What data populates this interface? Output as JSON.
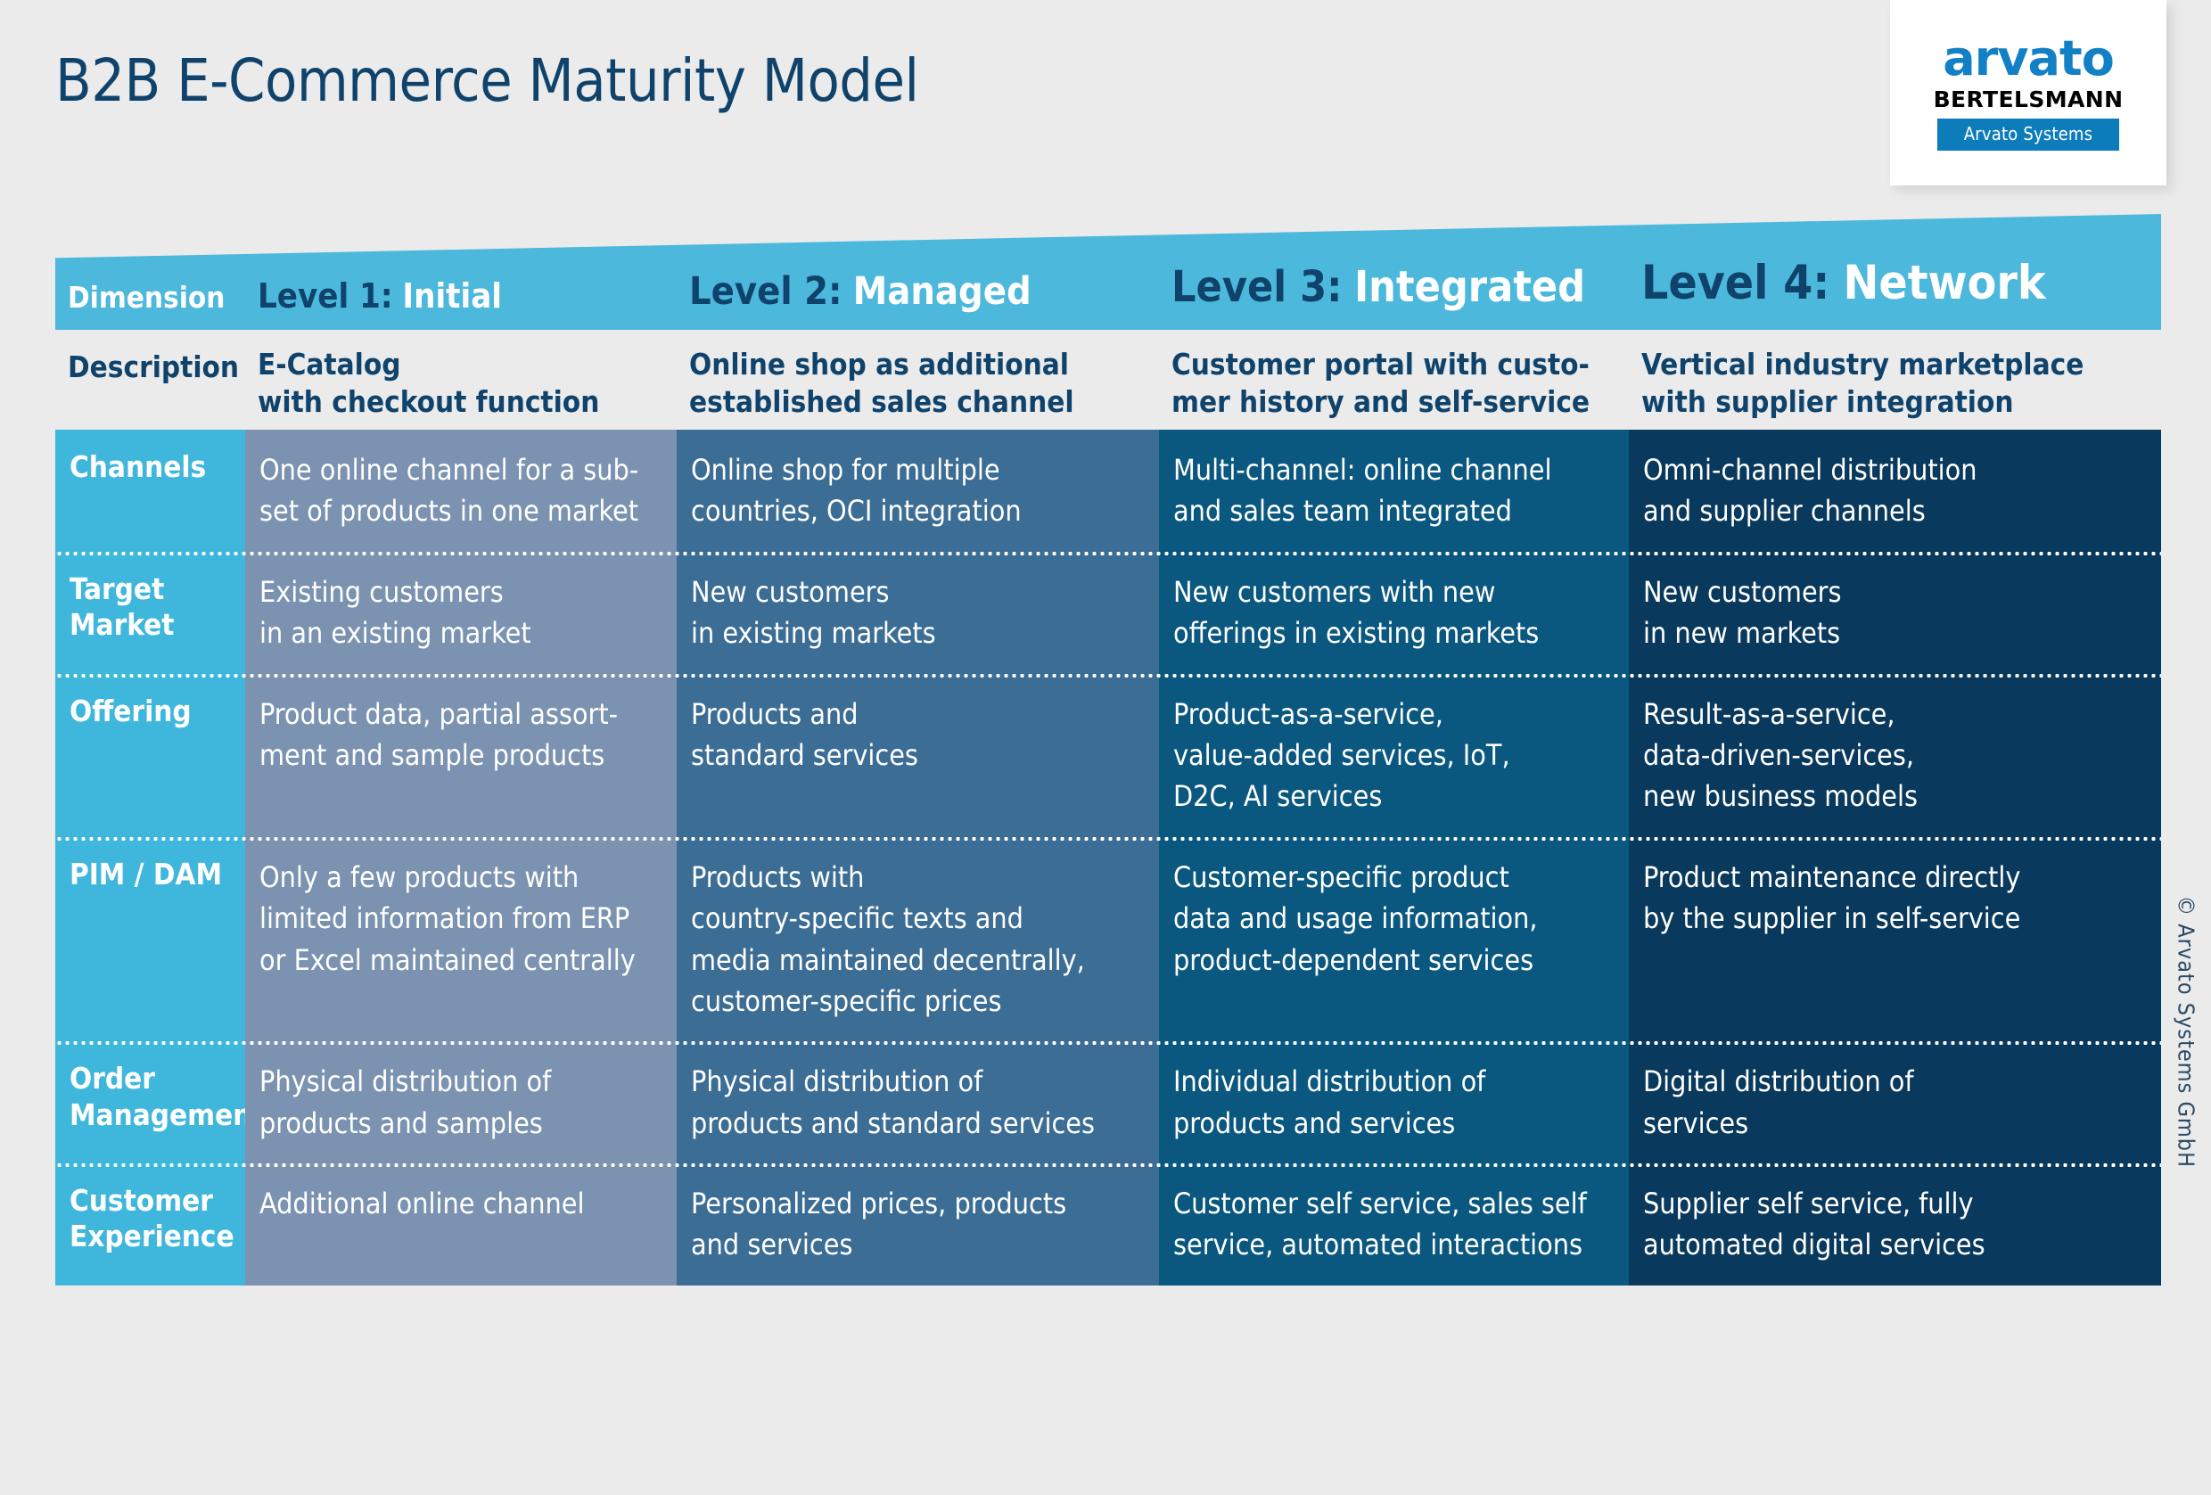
{
  "page": {
    "title": "B2B E-Commerce Maturity Model",
    "copyright": "© Arvato Systems GmbH",
    "background_color": "#ebebeb"
  },
  "logo": {
    "brand": "arvato",
    "group": "BERTELSMANN",
    "unit": "Arvato Systems",
    "brand_color": "#1280c4",
    "unit_bar_color": "#0d7cba"
  },
  "colors": {
    "banner": "#4bb8dc",
    "label_column": "#3fb7dd",
    "level1": "#7b93b1",
    "level2": "#3c6d95",
    "level3": "#0a587f",
    "level4": "#09395c",
    "heading_navy": "#10436b"
  },
  "header": {
    "dimension_label": "Dimension",
    "levels": [
      {
        "number": "Level 1:",
        "name": "Initial"
      },
      {
        "number": "Level 2:",
        "name": "Managed"
      },
      {
        "number": "Level 3:",
        "name": "Integrated"
      },
      {
        "number": "Level 4:",
        "name": "Network"
      }
    ]
  },
  "description_row": {
    "label": "Description",
    "values": [
      "E-Catalog\nwith checkout function",
      "Online shop as additional\nestablished sales channel",
      "Customer portal with custo-\nmer history and self-service",
      "Vertical industry marketplace\nwith supplier integration"
    ]
  },
  "rows": [
    {
      "label": "Channels",
      "values": [
        "One online channel for a sub-\nset of products in one market",
        "Online shop for multiple\ncountries, OCI integration",
        "Multi-channel: online channel\nand sales team integrated",
        "Omni-channel distribution\nand supplier channels"
      ]
    },
    {
      "label": "Target\nMarket",
      "values": [
        "Existing customers\nin an existing market",
        "New customers\nin existing markets",
        "New customers with new\nofferings in existing markets",
        "New customers\nin new markets"
      ]
    },
    {
      "label": "Offering",
      "values": [
        "Product data, partial assort-\nment and sample products",
        "Products and\nstandard services",
        "Product-as-a-service,\nvalue-added services, IoT,\nD2C, AI services",
        "Result-as-a-service,\ndata-driven-services,\nnew business models"
      ]
    },
    {
      "label": "PIM / DAM",
      "values": [
        "Only a few products with\nlimited information from ERP\nor Excel maintained centrally",
        "Products with\ncountry-specific texts and\nmedia maintained decentrally,\ncustomer-specific prices",
        "Customer-specific product\ndata and usage information,\nproduct-dependent services",
        "Product maintenance directly\nby the supplier in self-service"
      ]
    },
    {
      "label": "Order\nManagement",
      "values": [
        "Physical distribution of\nproducts and samples",
        "Physical distribution of\nproducts and standard services",
        "Individual distribution of\nproducts and services",
        "Digital distribution of\nservices"
      ]
    },
    {
      "label": "Customer\nExperience",
      "values": [
        "Additional online channel",
        "Personalized prices, products\nand services",
        "Customer self service, sales self\nservice, automated interactions",
        "Supplier self service, fully\nautomated digital services"
      ]
    }
  ]
}
